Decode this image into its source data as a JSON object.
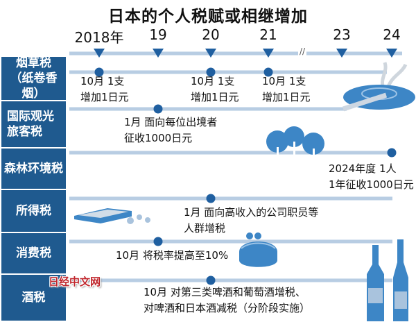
{
  "title": "日本的个人税赋或相继增加",
  "years": [
    "2018年",
    "19",
    "20",
    "21",
    "23",
    "24"
  ],
  "break_mark": "//",
  "rows": [
    {
      "label": "烟草税\n（纸卷香烟）",
      "notes": [
        [
          "10月 1支",
          "增加1日元"
        ],
        [
          "10月 1支",
          "增加1日元"
        ],
        [
          "10月 1支",
          "增加1日元"
        ]
      ]
    },
    {
      "label": "国际观光\n旅客税",
      "notes": [
        [
          "1月  面向每位出境者",
          "征收1000日元"
        ]
      ]
    },
    {
      "label": "森林环境税",
      "notes": [
        [
          "2024年度  1人",
          "1年征收1000日元"
        ]
      ]
    },
    {
      "label": "所得税",
      "notes": [
        [
          "1月  面向高收入的公司职员等",
          "人群增税"
        ]
      ]
    },
    {
      "label": "消费税",
      "notes": [
        [
          "10月  将税率提高至10%"
        ]
      ]
    },
    {
      "label": "酒税",
      "notes": [
        [
          "10月  对第三类啤酒和葡萄酒增税、",
          "对啤酒和日本酒减税（分阶段实施）"
        ]
      ]
    }
  ],
  "watermark": "日经中文网",
  "colors": {
    "accent": "#1f5a8f",
    "line": "#b8cde3",
    "illustration": "#3d86c6"
  }
}
